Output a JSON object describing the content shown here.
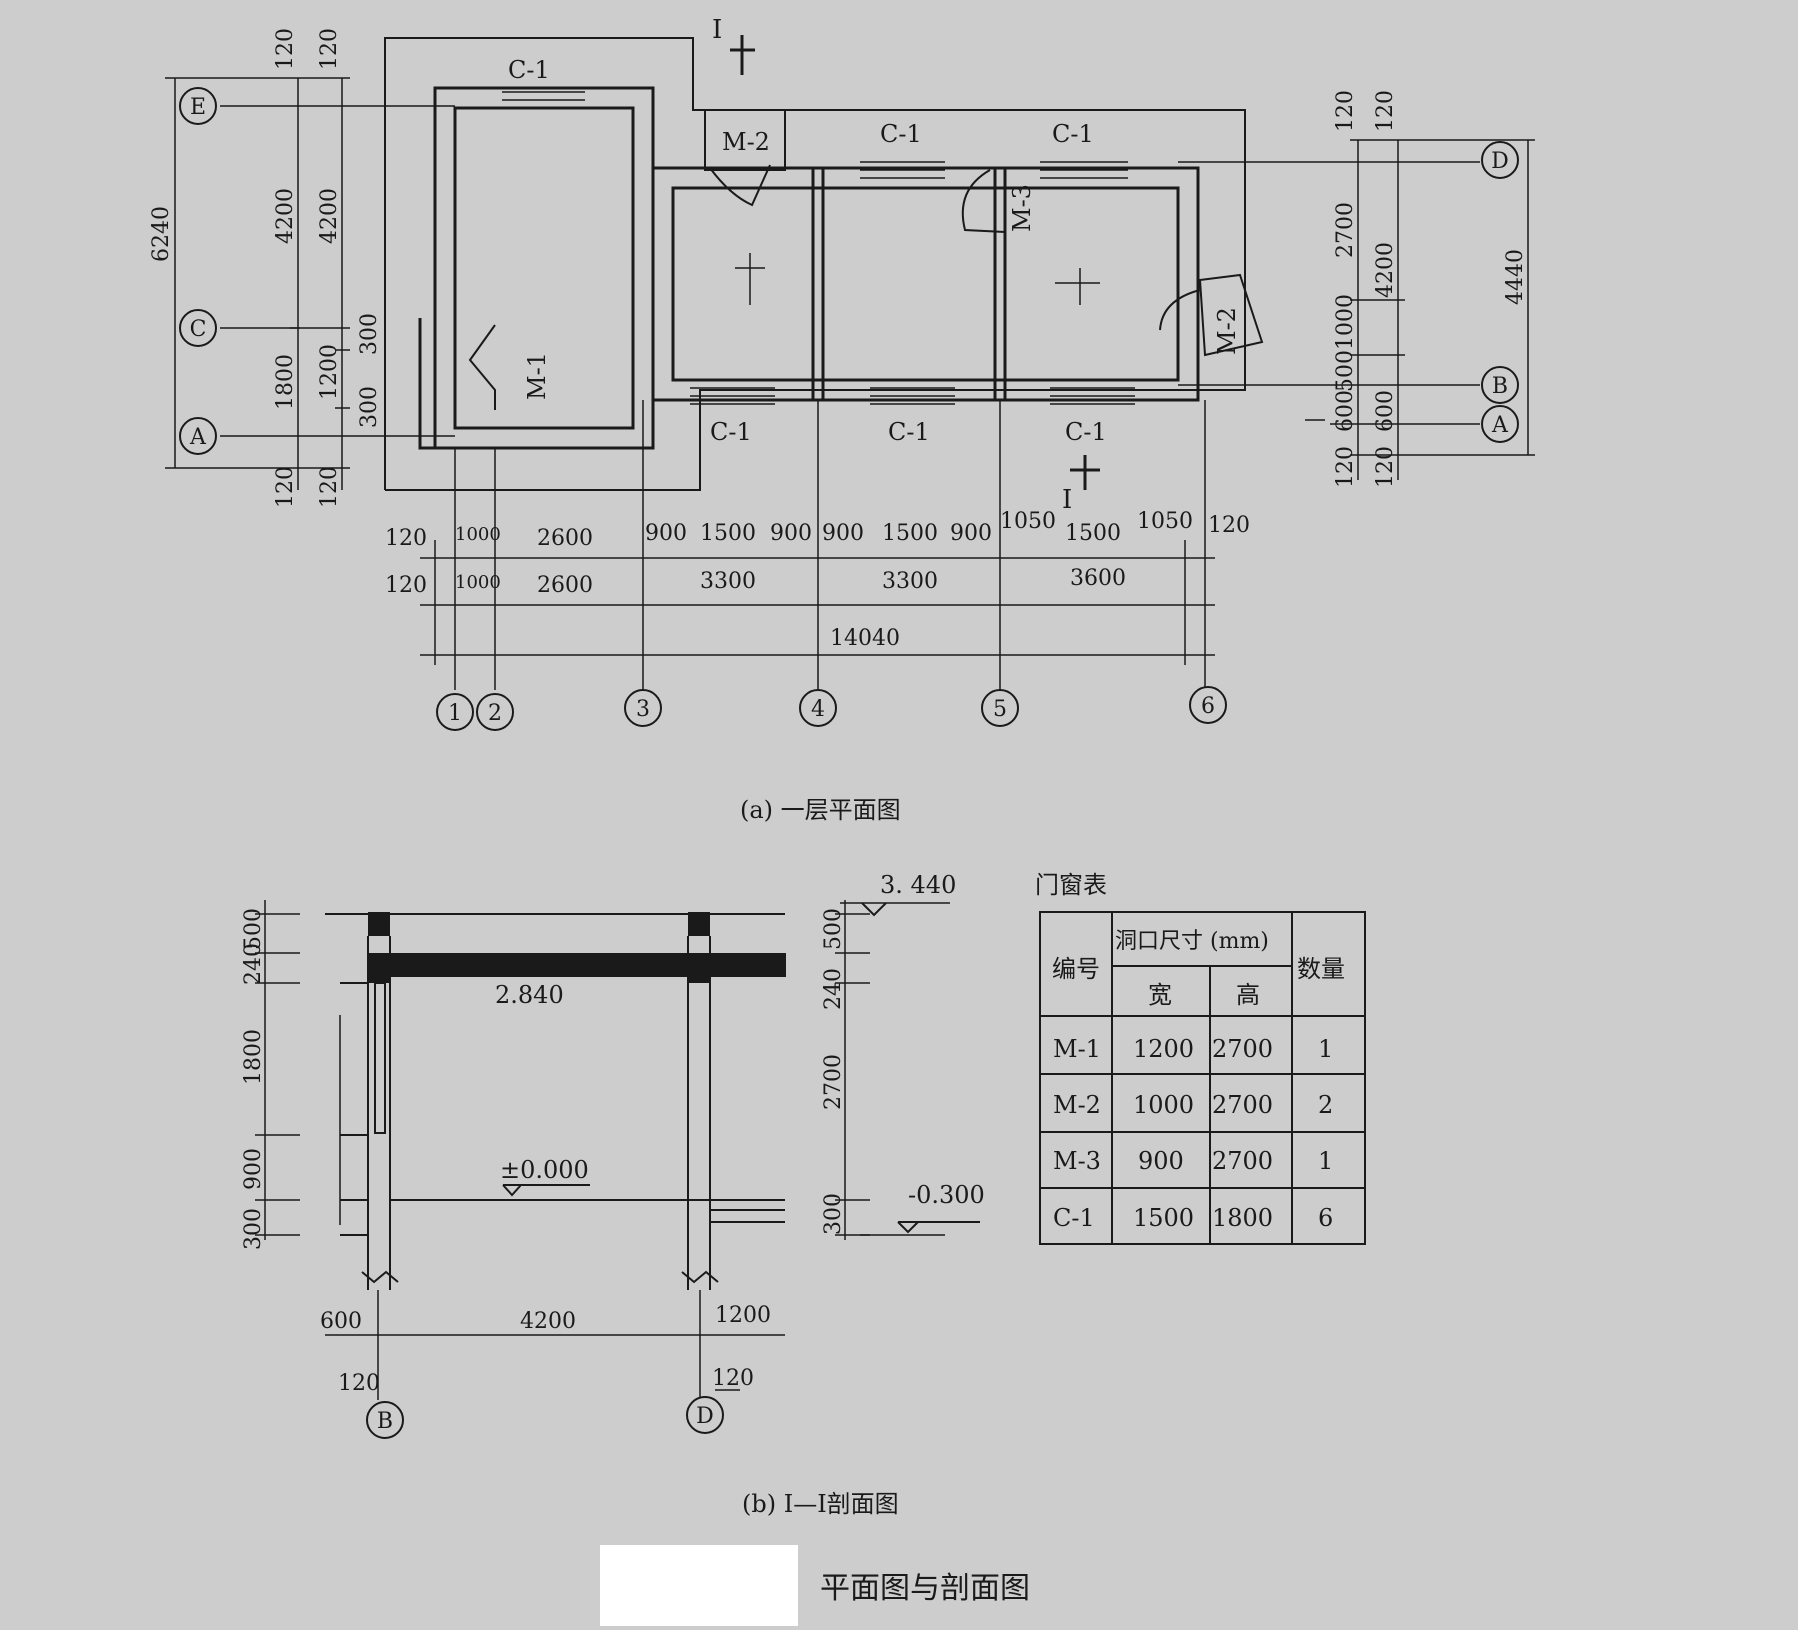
{
  "plan": {
    "caption": "(a) 一层平面图",
    "axes_h": [
      "1",
      "2",
      "3",
      "4",
      "5",
      "6"
    ],
    "axes_v_left": [
      "E",
      "C",
      "A"
    ],
    "axes_v_right": [
      "D",
      "B",
      "A"
    ],
    "section_mark": "I",
    "labels": {
      "c1": "C-1",
      "m1": "M-1",
      "m2": "M-2",
      "m3": "M-3"
    },
    "dims_left_outer": [
      "120",
      "6240",
      "120"
    ],
    "dims_left_mid": [
      "120",
      "4200",
      "1800",
      "120"
    ],
    "dims_left_inner": [
      "120",
      "4200",
      "300",
      "1200",
      "300",
      "120"
    ],
    "dims_right_inner": [
      "120",
      "2700",
      "1000",
      "500",
      "600",
      "120"
    ],
    "dims_right_mid": [
      "120",
      "4200",
      "600",
      "120"
    ],
    "dims_right_outer": "4440",
    "dims_bottom_row1": [
      "120",
      "1000",
      "2600",
      "900",
      "1500",
      "900",
      "900",
      "1500",
      "900",
      "1050",
      "1500",
      "1050",
      "120"
    ],
    "dims_bottom_row2": [
      "120",
      "1000",
      "2600",
      "3300",
      "3300",
      "3600"
    ],
    "dims_bottom_total": "14040"
  },
  "section": {
    "caption": "(b) Ⅰ—Ⅰ剖面图",
    "axes": [
      "B",
      "D"
    ],
    "elev_top": "3. 440",
    "elev_slab": "2.840",
    "elev_floor": "±0.000",
    "elev_ground": "-0.300",
    "dims_left": [
      "500",
      "240",
      "1800",
      "900",
      "300"
    ],
    "dims_right": [
      "500",
      "240",
      "2700",
      "300"
    ],
    "dims_bottom": [
      "600",
      "4200",
      "1200"
    ],
    "dims_bottom2": [
      "120",
      "120"
    ]
  },
  "door_table": {
    "title": "门窗表",
    "col_code": "编号",
    "col_size": "洞口尺寸 (mm)",
    "col_width": "宽",
    "col_height": "高",
    "col_qty": "数量",
    "rows": [
      {
        "code": "M-1",
        "width": "1200",
        "height": "2700",
        "qty": "1"
      },
      {
        "code": "M-2",
        "width": "1000",
        "height": "2700",
        "qty": "2"
      },
      {
        "code": "M-3",
        "width": "900",
        "height": "2700",
        "qty": "1"
      },
      {
        "code": "C-1",
        "width": "1500",
        "height": "1800",
        "qty": "6"
      }
    ]
  },
  "figure_title": "平面图与剖面图"
}
